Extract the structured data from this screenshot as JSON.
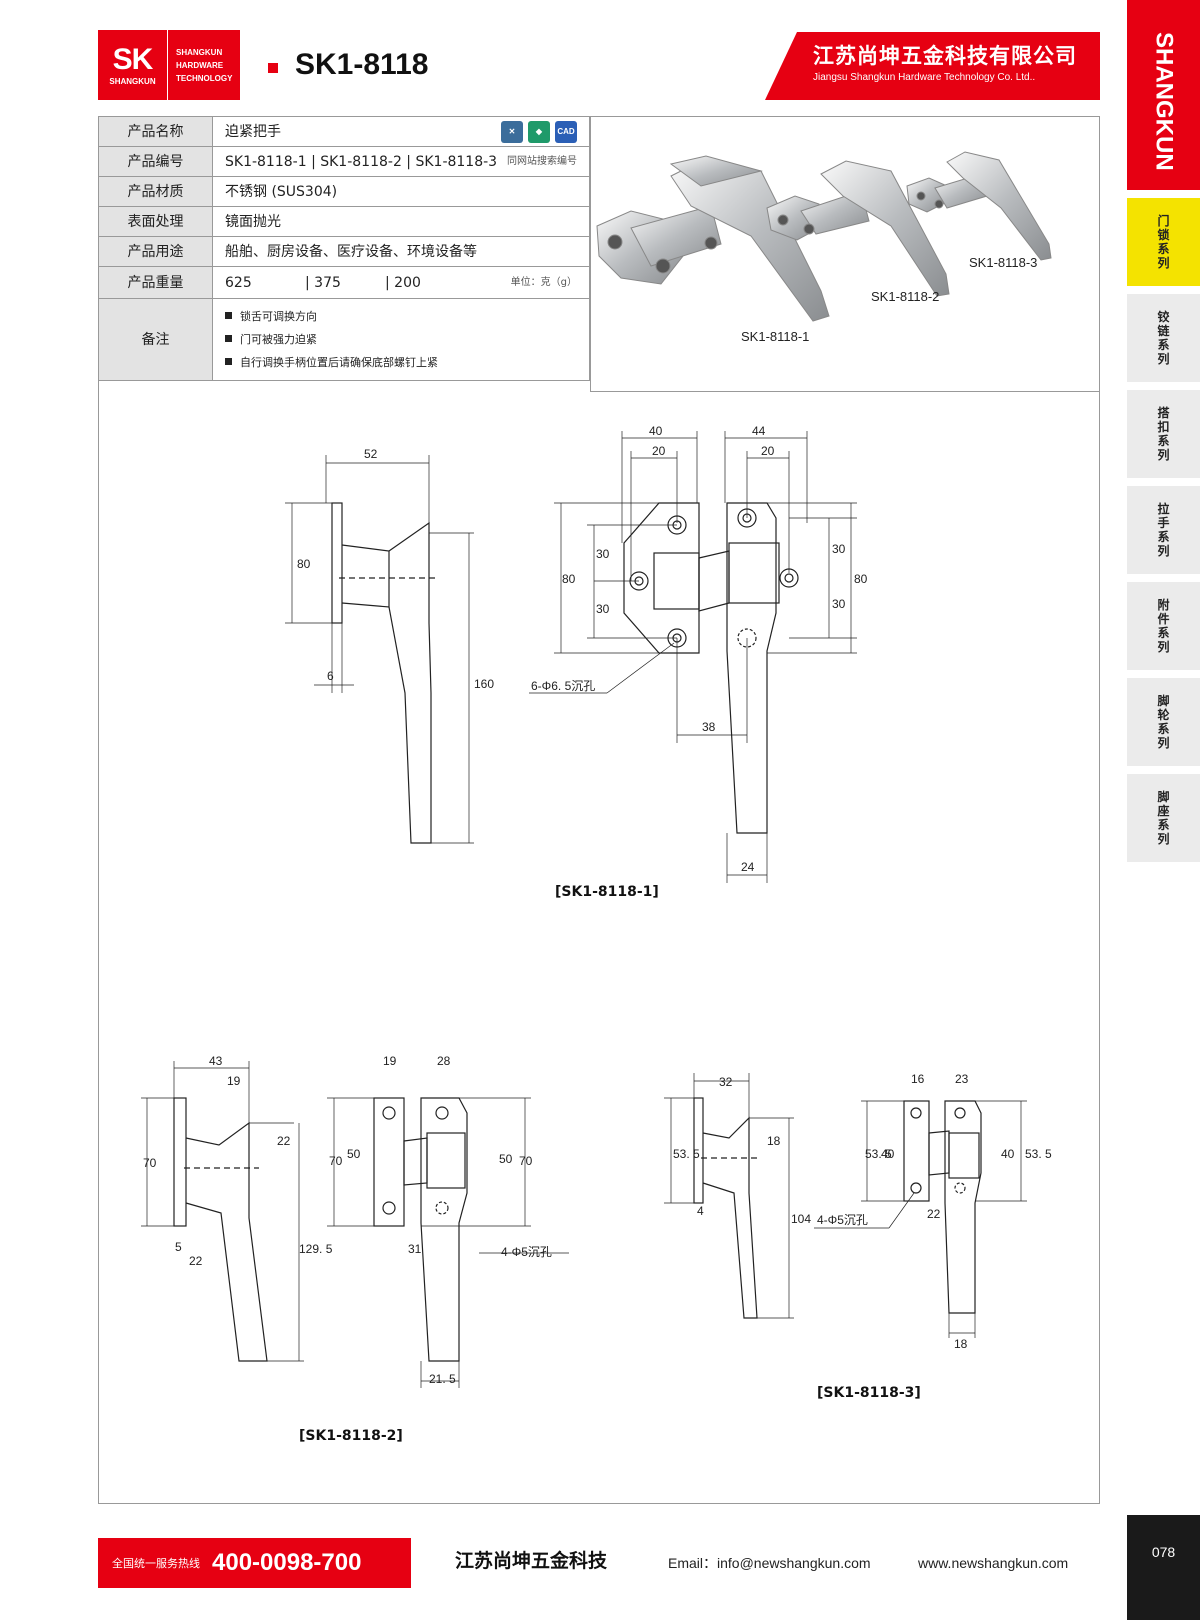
{
  "header": {
    "logo_mark": "SK",
    "logo_sub": "SHANGKUN",
    "logo_lines": [
      "SHANGKUN",
      "HARDWARE",
      "TECHNOLOGY"
    ],
    "model": "SK1-8118",
    "company_cn": "江苏尚坤五金科技有限公司",
    "company_en": "Jiangsu Shangkun Hardware Technology Co. Ltd.."
  },
  "sidebar": {
    "brand": "SHANGKUN",
    "tabs": [
      "门锁系列",
      "铰链系列",
      "搭扣系列",
      "拉手系列",
      "附件系列",
      "脚轮系列",
      "脚座系列"
    ]
  },
  "spec": {
    "name_label": "产品名称",
    "name": "迫紧把手",
    "icons": [
      "下载图",
      "在线购买",
      "CAD"
    ],
    "code_label": "产品编号",
    "code": "SK1-8118-1 | SK1-8118-2 | SK1-8118-3",
    "code_hint": "同网站搜索编号",
    "material_label": "产品材质",
    "material": "不锈钢 (SUS304)",
    "surface_label": "表面处理",
    "surface": "镜面抛光",
    "usage_label": "产品用途",
    "usage": "船舶、厨房设备、医疗设备、环境设备等",
    "weight_label": "产品重量",
    "weights": [
      "625",
      "| 375",
      "| 200"
    ],
    "weight_unit": "单位：克（g）",
    "notes_label": "备注",
    "notes": [
      "锁舌可调换方向",
      "门可被强力迫紧",
      "自行调换手柄位置后请确保底部螺钉上紧"
    ]
  },
  "photo": {
    "captions": [
      "SK1-8118-1",
      "SK1-8118-2",
      "SK1-8118-3"
    ]
  },
  "drawings": {
    "labels": [
      "[SK1-8118-1]",
      "[SK1-8118-2]",
      "[SK1-8118-3]"
    ],
    "d1": [
      "52",
      "80",
      "6",
      "160",
      "40",
      "20",
      "44",
      "20",
      "30",
      "30",
      "30",
      "30",
      "80",
      "80",
      "6-Φ6. 5沉孔",
      "38",
      "24"
    ],
    "d2": [
      "43",
      "19",
      "22",
      "70",
      "5",
      "22",
      "129. 5",
      "19",
      "28",
      "70",
      "50",
      "50",
      "70",
      "31",
      "4-Φ5沉孔",
      "21. 5"
    ],
    "d3": [
      "32",
      "18",
      "53. 5",
      "4",
      "104",
      "16",
      "23",
      "53. 5",
      "40",
      "40",
      "53. 5",
      "4-Φ5沉孔",
      "22",
      "18"
    ]
  },
  "footer": {
    "hotline_label": "全国统一服务热线",
    "hotline": "400-0098-700",
    "company": "江苏尚坤五金科技",
    "email": "Email：info@newshangkun.com",
    "web": "www.newshangkun.com",
    "page": "078"
  }
}
